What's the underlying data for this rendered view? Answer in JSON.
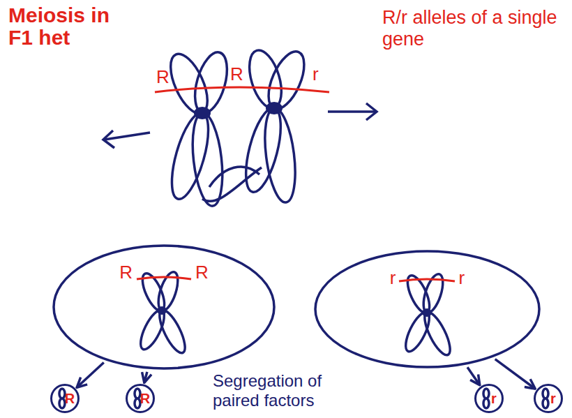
{
  "diagram": {
    "title": "Meiosis in F1 het",
    "nodes": [
      {
        "text": [
          "R",
          "R"
        ]
      },
      {
        "text": [
          "r",
          "r"
        ]
      },
      {
        "text": [
          "R"
        ]
      },
      {
        "text": [
          "R"
        ]
      },
      {
        "text": [
          "r"
        ]
      },
      {
        "text": [
          "r"
        ]
      }
    ],
    "edges": [
      {
        "from": 0,
        "to": 2,
        "arrow": "to"
      },
      {
        "from": 0,
        "to": 3,
        "arrow": "to"
      },
      {
        "from": 1,
        "to": 4,
        "arrow": "to"
      },
      {
        "from": 1,
        "to": 5,
        "arrow": "to"
      }
    ],
    "labels": [
      "R/r alleles of a single gene",
      "R",
      "R",
      "r",
      "Segregation of paired factors"
    ]
  }
}
